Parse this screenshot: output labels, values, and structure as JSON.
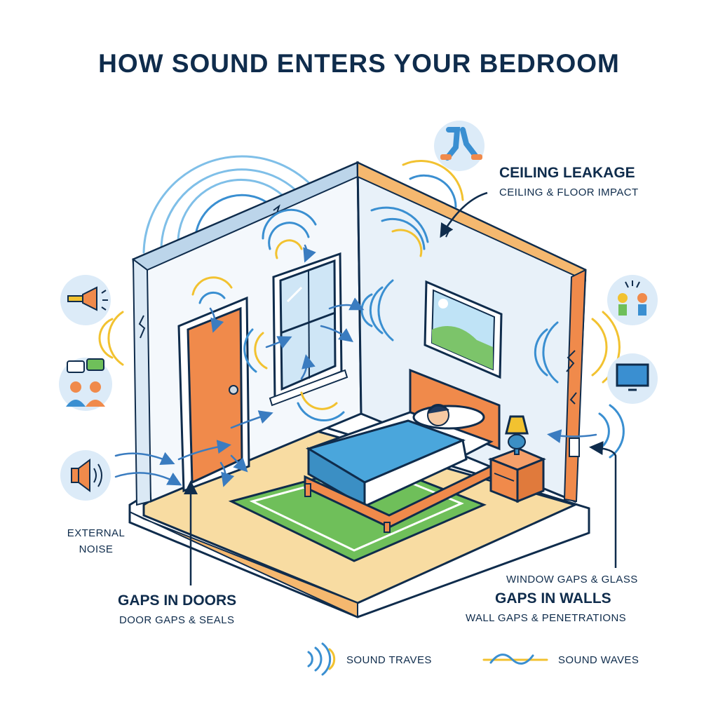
{
  "title": "HOW SOUND ENTERS YOUR BEDROOM",
  "labels": {
    "ceiling_title": "CEILING LEAKAGE",
    "ceiling_sub": "CEILING & FLOOR IMPACT",
    "external_line1": "EXTERNAL",
    "external_line2": "NOISE",
    "doors_title": "GAPS IN DOORS",
    "doors_sub": "DOOR GAPS & SEALS",
    "window_sub": "WINDOW GAPS & GLASS",
    "walls_title": "GAPS IN WALLS",
    "walls_sub": "WALL GAPS & PENETRATIONS"
  },
  "legend": {
    "item1": "SOUND TRAVES",
    "item2": "SOUND WAVES"
  },
  "icons": {
    "left": [
      "trumpet-icon",
      "chat-people-icon",
      "speaker-icon"
    ],
    "right": [
      "arguing-people-icon",
      "tv-icon"
    ],
    "top": "footsteps-icon"
  },
  "colors": {
    "navy": "#0f2c4c",
    "blue_wave": "#3a8fd1",
    "yellow_wave": "#f2c230",
    "orange": "#f08a4b",
    "bed_blue": "#4aa6dc",
    "rug_green": "#6fbf5a",
    "floor": "#f8dca2",
    "wall": "#f4f8fc",
    "icon_circle": "#dcebf8"
  }
}
